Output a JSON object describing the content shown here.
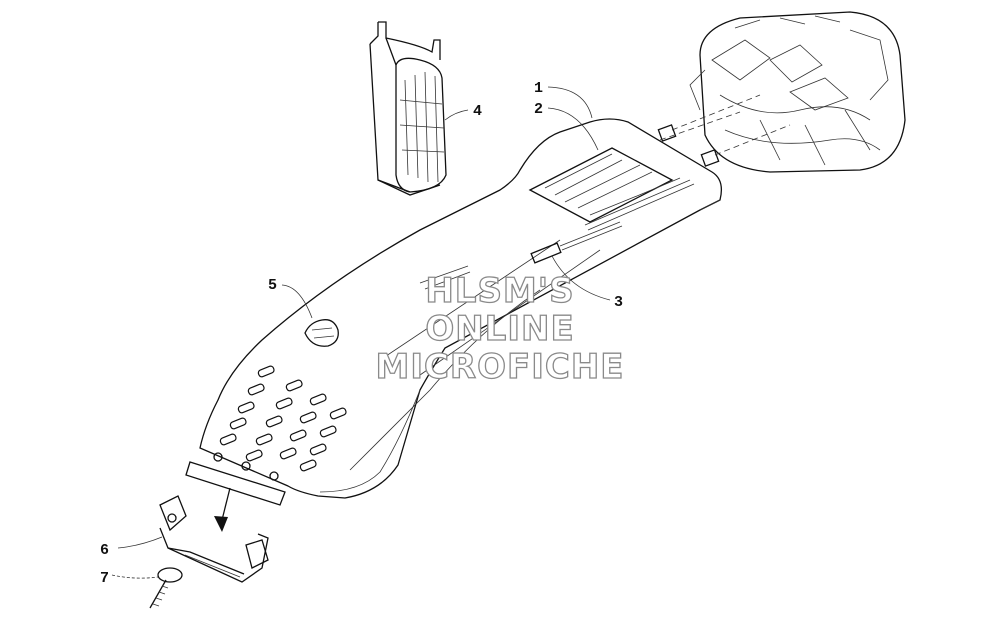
{
  "callouts": [
    {
      "id": "c1",
      "label": "1"
    },
    {
      "id": "c2",
      "label": "2"
    },
    {
      "id": "c3",
      "label": "3"
    },
    {
      "id": "c4",
      "label": "4"
    },
    {
      "id": "c5",
      "label": "5"
    },
    {
      "id": "c6",
      "label": "6"
    },
    {
      "id": "c7",
      "label": "7"
    }
  ],
  "watermark": {
    "line1": "HLSM'S",
    "line2": "ONLINE",
    "line3": "MICROFICHE"
  }
}
